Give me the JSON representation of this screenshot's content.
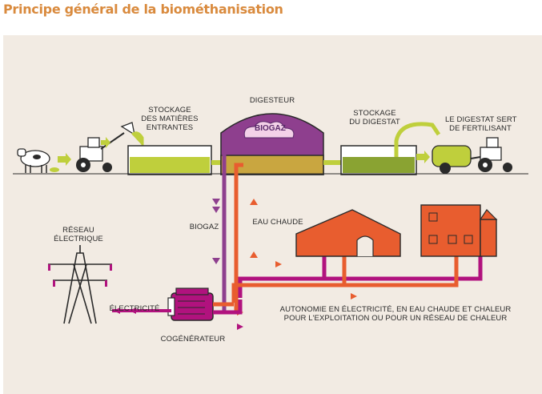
{
  "title": "Principe général de la biométhanisation",
  "labels": {
    "stockage_matieres": [
      "STOCKAGE",
      "DES MATIÈRES",
      "ENTRANTES"
    ],
    "digesteur": "DIGESTEUR",
    "biogaz_cloud": "BIOGAZ",
    "stockage_digestat": [
      "STOCKAGE",
      "DU DIGESTAT"
    ],
    "digestat_fertilisant": [
      "LE DIGESTAT SERT",
      "DE FERTILISANT"
    ],
    "reseau_electrique": [
      "RÉSEAU",
      "ÉLECTRIQUE"
    ],
    "biogaz_pipe": "BIOGAZ",
    "eau_chaude": "EAU CHAUDE",
    "electricite": "ÉLECTRICITÉ",
    "cogenerateur": "COGÉNÉRATEUR",
    "autonomie": [
      "AUTONOMIE EN ÉLECTRICITÉ, EN EAU CHAUDE ET CHALEUR",
      "POUR L'EXPLOITATION OU POUR UN RÉSEAU DE CHALEUR"
    ]
  },
  "colors": {
    "title": "#d98a3d",
    "background": "#f2ebe3",
    "green": "#bfcf3c",
    "purple": "#8e3f8e",
    "magenta": "#b1127e",
    "orange": "#e85d2f",
    "dark": "#2a2a2a"
  }
}
